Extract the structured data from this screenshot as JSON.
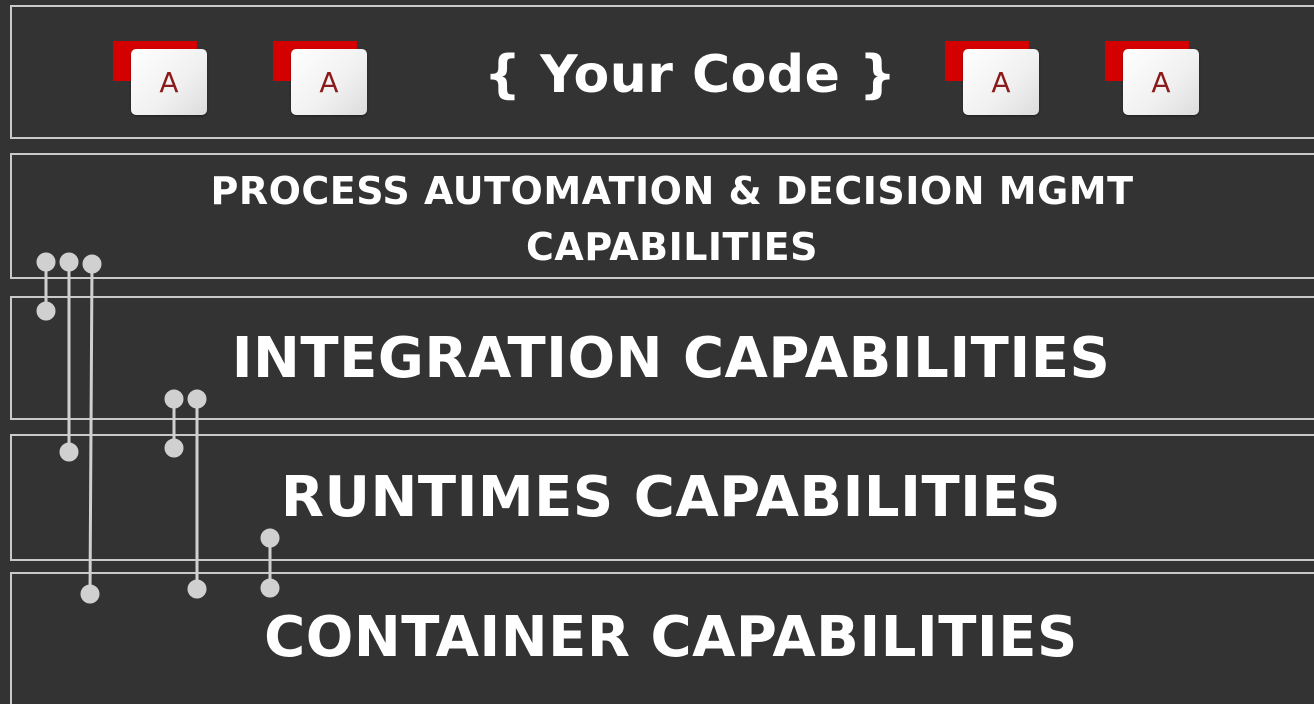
{
  "header": {
    "title": "{ Your Code }",
    "app_icons": [
      {
        "letter": "A",
        "icon": "app-a-icon"
      },
      {
        "letter": "A",
        "icon": "app-a-icon"
      },
      {
        "letter": "A",
        "icon": "app-a-icon"
      },
      {
        "letter": "A",
        "icon": "app-a-icon"
      }
    ]
  },
  "layers": {
    "process": "PROCESS AUTOMATION & DECISION MGMT CAPABILITIES",
    "integration": "INTEGRATION CAPABILITIES",
    "runtimes": "RUNTIMES CAPABILITIES",
    "container": "CONTAINER CAPABILITIES"
  },
  "colors": {
    "background": "#333333",
    "border": "#c9c9c9",
    "connector": "#d0d0d0",
    "accent_red": "#d40000",
    "icon_letter": "#8b1a1a",
    "text": "#ffffff"
  }
}
